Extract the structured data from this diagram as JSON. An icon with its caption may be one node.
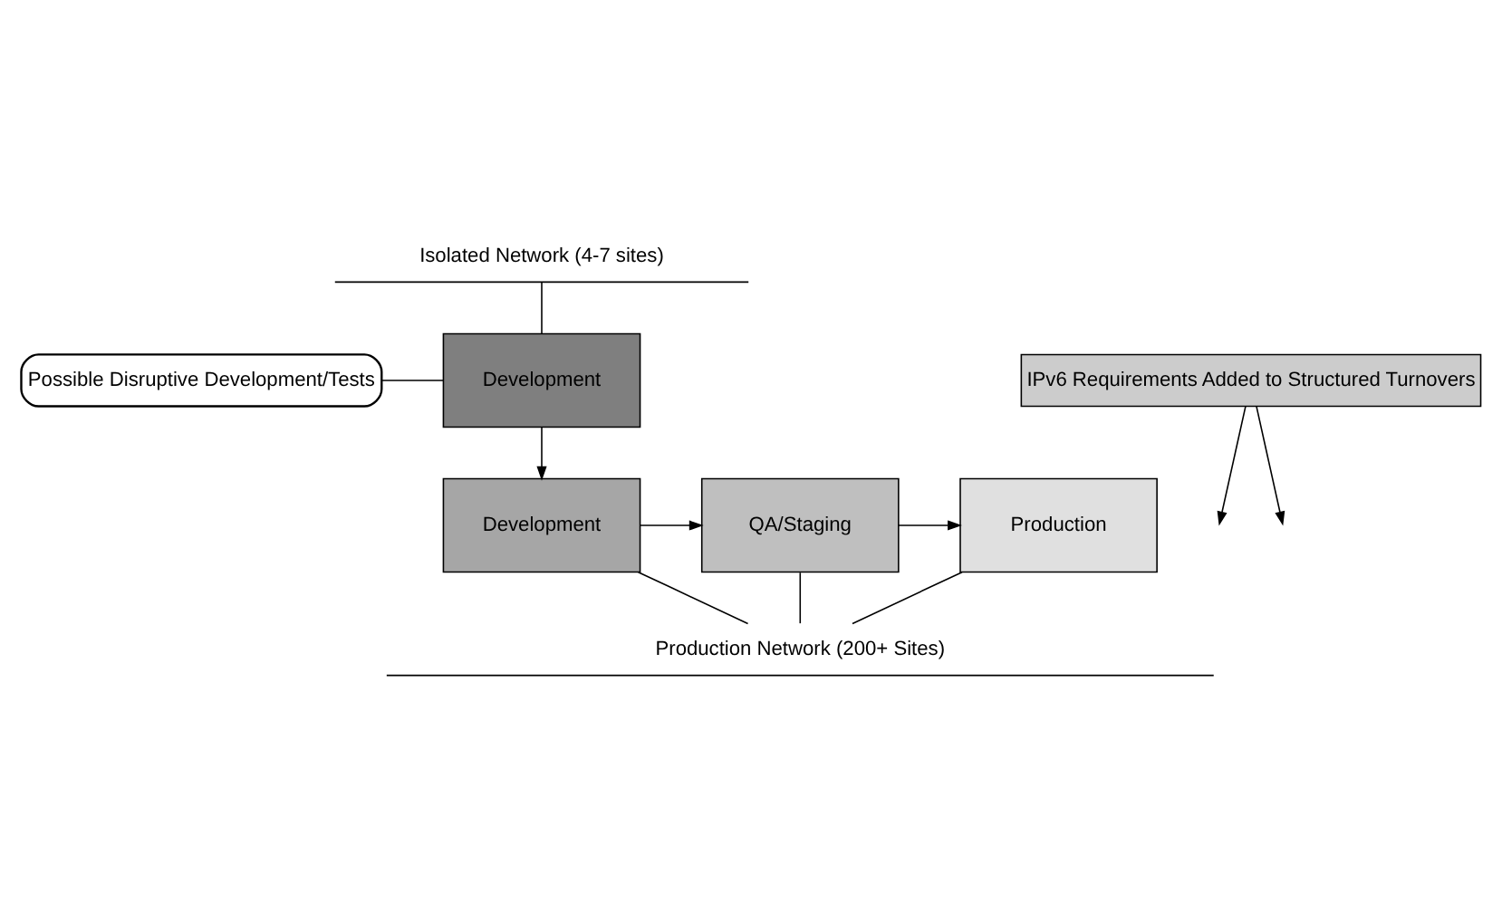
{
  "diagram": {
    "nodes": [
      {
        "text": [
          "Isolated Network (4-7 sites)"
        ]
      },
      {
        "text": [
          "Development"
        ]
      },
      {
        "text": [
          "Possible Disruptive Development/Tests"
        ]
      },
      {
        "text": [
          "IPv6 Requirements Added to Structured Turnovers"
        ]
      },
      {
        "text": [
          "Development"
        ]
      },
      {
        "text": [
          "QA/Staging"
        ]
      },
      {
        "text": [
          "Production"
        ]
      },
      {
        "text": [
          "Production Network (200+ Sites)"
        ]
      }
    ],
    "edges": [
      {
        "from": 0,
        "to": 1,
        "arrow": "none"
      },
      {
        "from": 2,
        "to": 1,
        "arrow": "none"
      },
      {
        "from": 1,
        "to": 4,
        "arrow": "to"
      },
      {
        "from": 3,
        "to": null,
        "arrow": "to"
      },
      {
        "from": 3,
        "to": null,
        "arrow": "to"
      },
      {
        "from": 4,
        "to": 5,
        "arrow": "to"
      },
      {
        "from": 5,
        "to": 6,
        "arrow": "to"
      },
      {
        "from": 4,
        "to": 7,
        "arrow": "none"
      },
      {
        "from": 5,
        "to": 7,
        "arrow": "none"
      },
      {
        "from": 6,
        "to": 7,
        "arrow": "none"
      }
    ]
  }
}
